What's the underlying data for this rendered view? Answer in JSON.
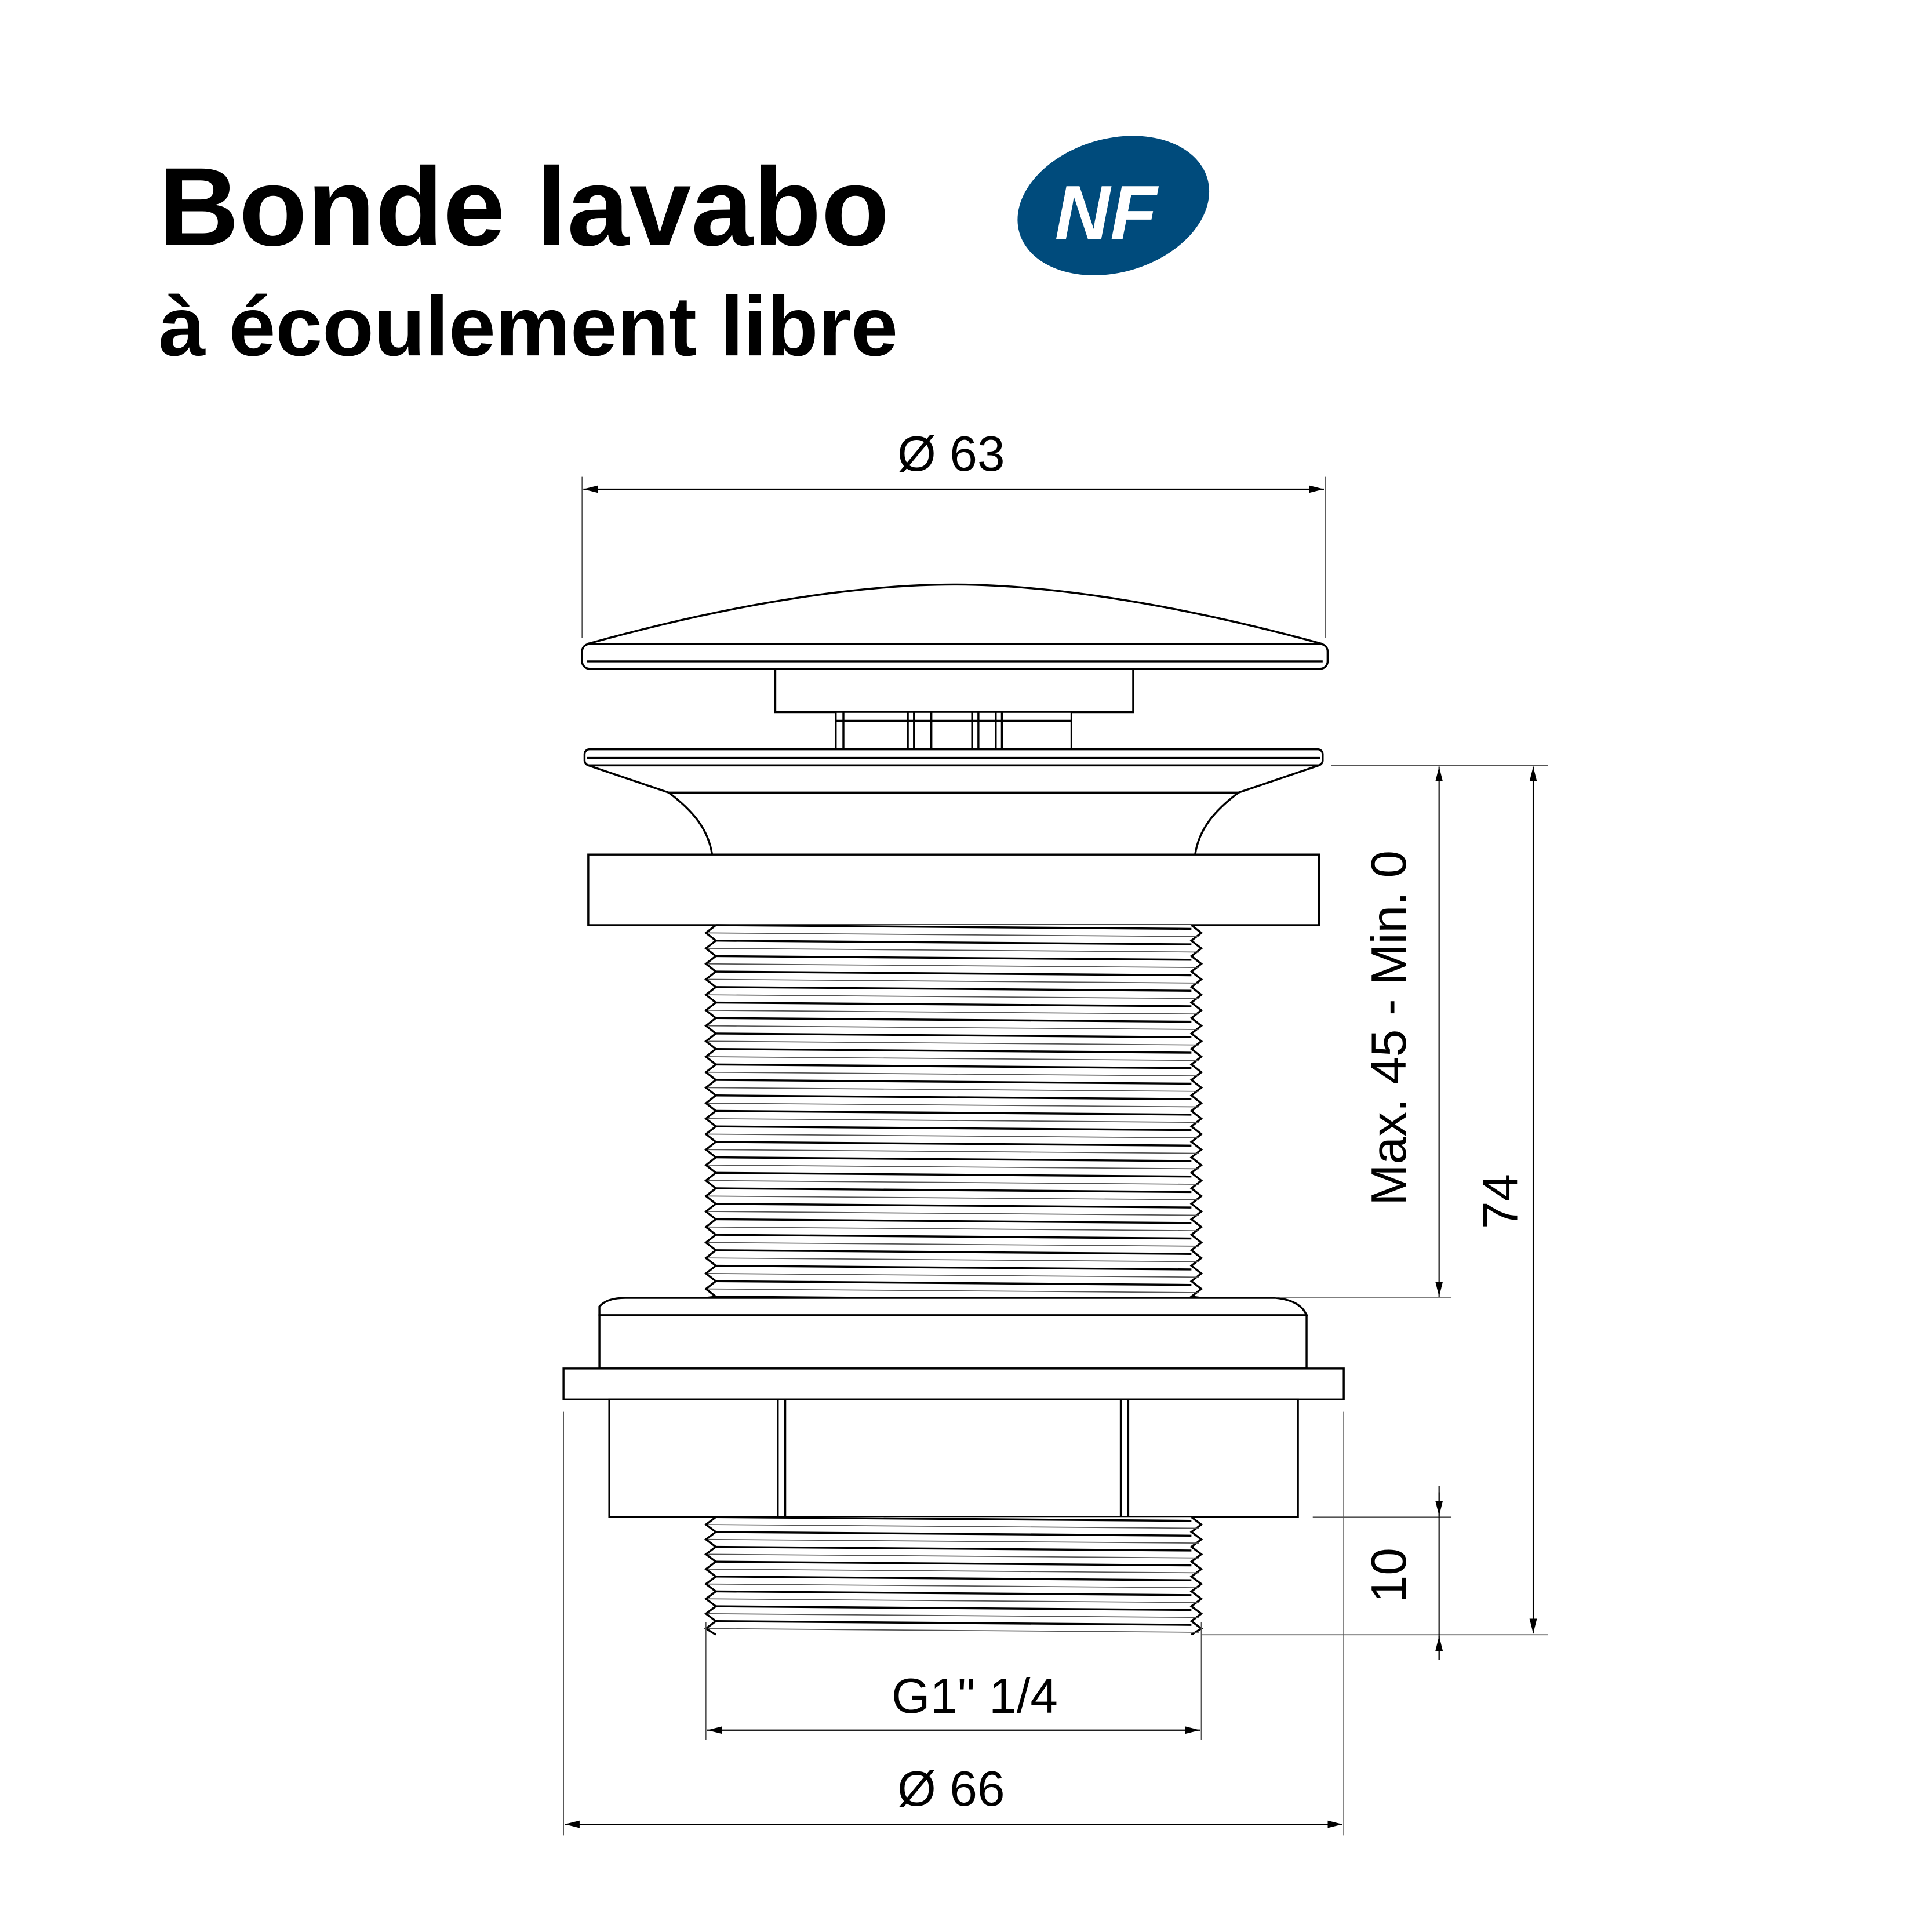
{
  "header": {
    "title": "Bonde lavabo",
    "subtitle": "à écoulement libre",
    "logo": {
      "text": "NF",
      "color": "#004b7c"
    }
  },
  "dimensions": {
    "cap_diameter": "Ø 63",
    "clamping_range": "Max. 45 - Min. 0",
    "total_height": "74",
    "thread_length": "10",
    "thread_spec": "G1\" 1/4",
    "base_diameter": "Ø 66"
  },
  "colors": {
    "line": "#000000",
    "logo": "#004b7c"
  }
}
